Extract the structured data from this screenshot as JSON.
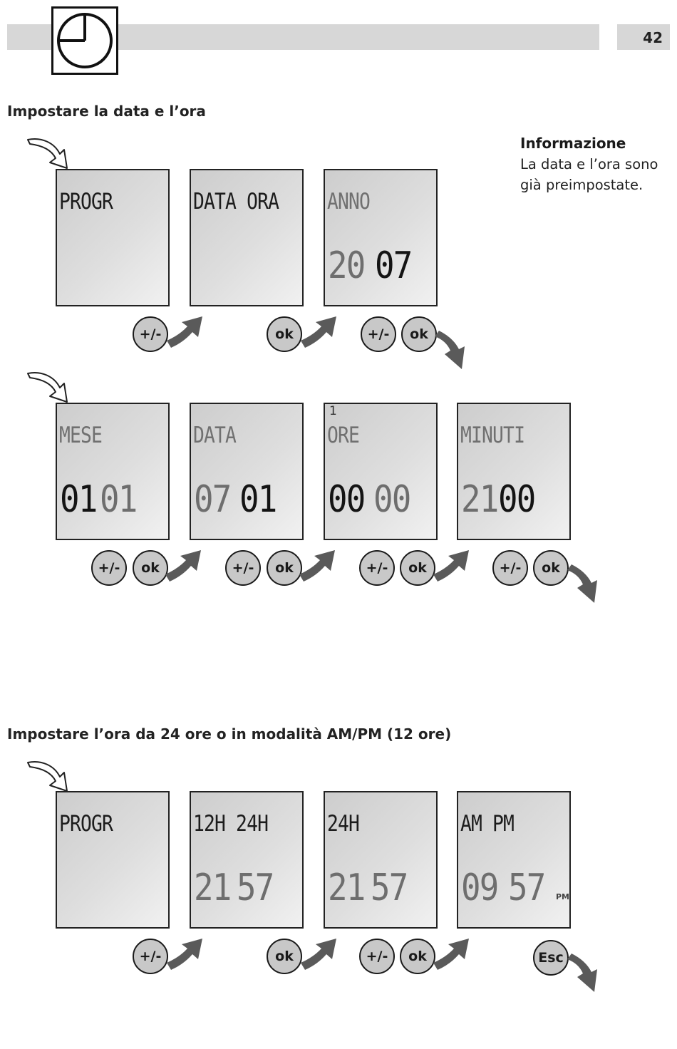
{
  "header": {
    "page_number": "42"
  },
  "section1": {
    "title": "Impostare la data e l’ora"
  },
  "info": {
    "heading": "Informazione",
    "line1": "La data e l’ora sono",
    "line2": "già preimpostate."
  },
  "section2": {
    "title": "Impostare l’ora da 24 ore o in modalità AM/PM (12 ore)"
  },
  "screens": {
    "s1": {
      "label": "PROGR"
    },
    "s2": {
      "label": "DATA ORA"
    },
    "s3": {
      "label": "ANNO",
      "digits_a": "20",
      "digits_b": "07"
    },
    "s4": {
      "label": "MESE",
      "digits_a": "01",
      "digits_b": "01"
    },
    "s5": {
      "label": "DATA",
      "digits_a": "07",
      "digits_b": "01"
    },
    "s6": {
      "label": "ORE",
      "digits_a": "00",
      "digits_b": "00",
      "small": "1"
    },
    "s7": {
      "label": "MINUTI",
      "digits_a": "21",
      "digits_b": "00"
    },
    "s8": {
      "label": "PROGR"
    },
    "s9": {
      "label": "12H 24H",
      "digits_a": "21",
      "digits_b": "57"
    },
    "s10": {
      "label": "24H",
      "digits_a": "21",
      "digits_b": "57"
    },
    "s11": {
      "label": "AM PM",
      "digits_a": "09",
      "digits_b": "57",
      "suffix": "PM"
    }
  },
  "buttons": {
    "plusminus": "+/-",
    "ok": "ok",
    "esc": "Esc"
  },
  "icons": [
    "clock-icon",
    "pointer-arrow-icon",
    "curved-arrow-icon"
  ]
}
